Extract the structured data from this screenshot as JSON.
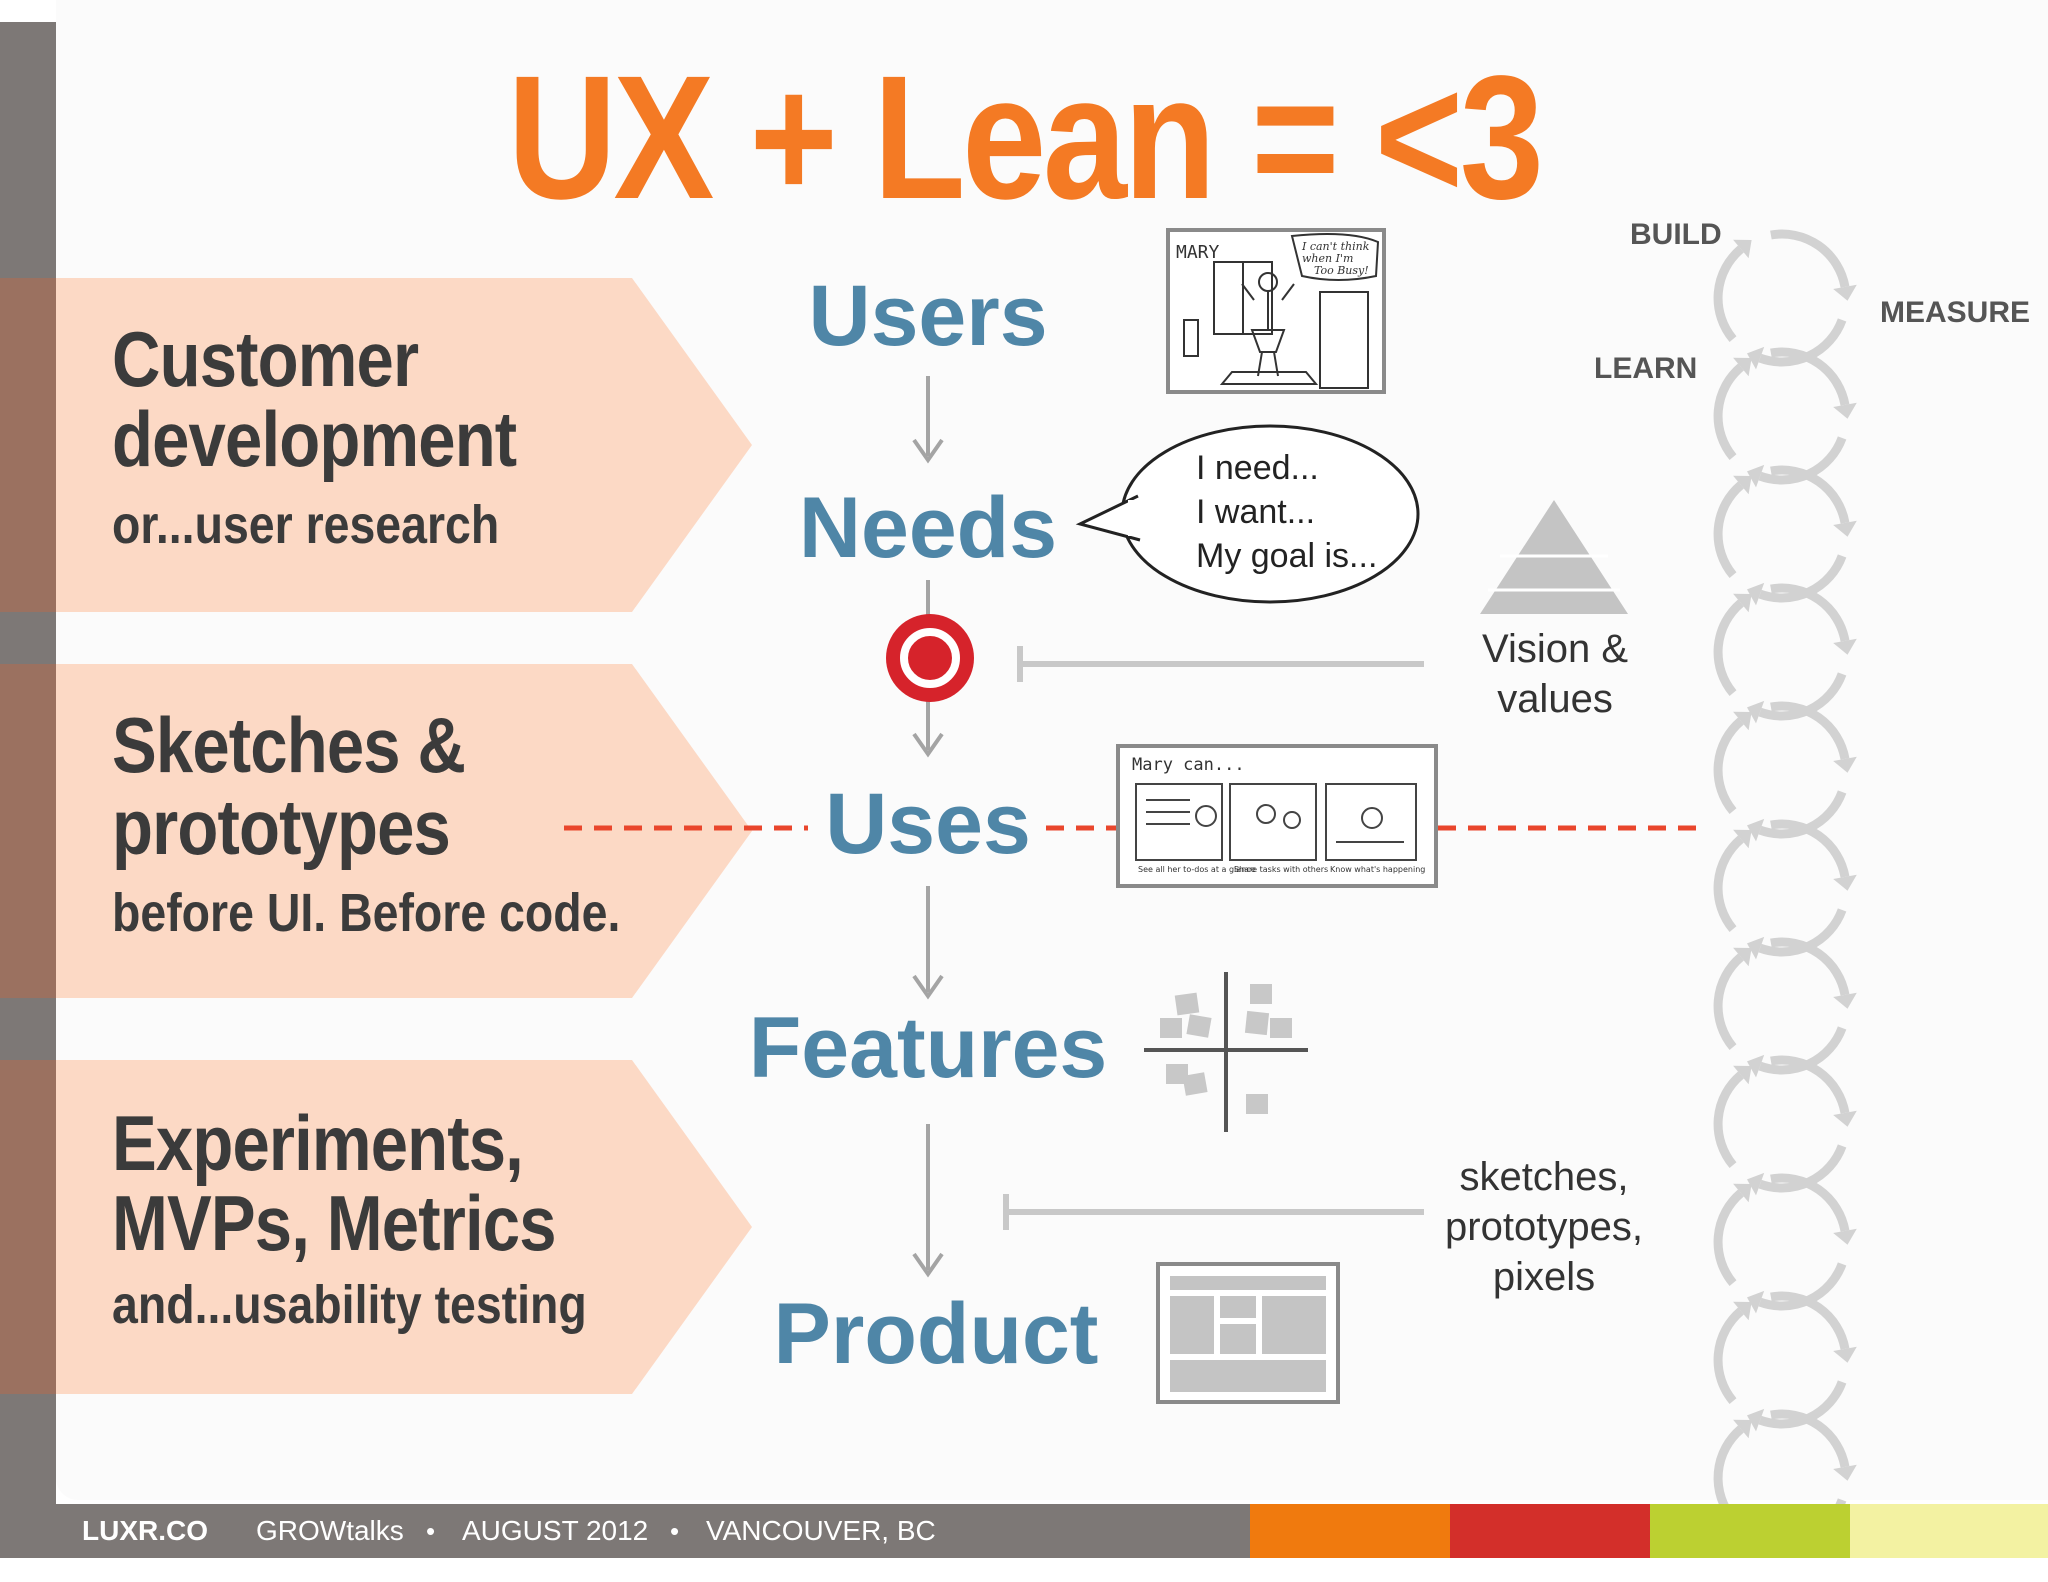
{
  "title": "UX + Lean = <3",
  "bands": [
    {
      "heading_line1": "Customer",
      "heading_line2": "development",
      "subtitle": "or...user research"
    },
    {
      "heading_line1": "Sketches &",
      "heading_line2": "prototypes",
      "subtitle": "before UI. Before code."
    },
    {
      "heading_line1": "Experiments,",
      "heading_line2": "MVPs, Metrics",
      "subtitle": "and...usability testing"
    }
  ],
  "flow": {
    "users": "Users",
    "needs": "Needs",
    "uses": "Uses",
    "features": "Features",
    "product": "Product"
  },
  "speech_bubble": [
    "I need...",
    "I want...",
    "My goal is..."
  ],
  "sketch_mary": {
    "name": "MARY",
    "thought": [
      "I can't think",
      "when I'm",
      "Too Busy!"
    ]
  },
  "storyboard": {
    "caption": "Mary can...",
    "panels": [
      "See all her to-dos at a glance",
      "Share tasks with others",
      "Know what's happening"
    ]
  },
  "vision_label": [
    "Vision &",
    "values"
  ],
  "sketches_label": [
    "sketches,",
    "prototypes,",
    "pixels"
  ],
  "cycle": {
    "build": "BUILD",
    "measure": "MEASURE",
    "learn": "LEARN"
  },
  "footer": {
    "brand": "LUXR.CO",
    "event": "GROWtalks",
    "date": "AUGUST 2012",
    "location": "VANCOUVER, BC",
    "separator": "•",
    "stripe_colors": [
      "#f07a0e",
      "#d32f2a",
      "#bcd031",
      "#f3f2a2"
    ]
  },
  "colors": {
    "accent": "#f47a24",
    "node": "#4f86a7",
    "band": "#fcd9c5",
    "dash": "#e9462c",
    "target": "#d6232b"
  }
}
